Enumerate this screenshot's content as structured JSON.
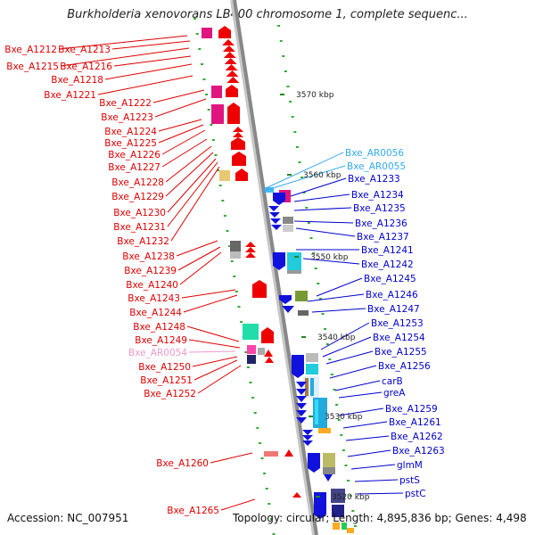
{
  "title": "Burkholderia xenovorans LB400 chromosome 1, complete sequenc...",
  "accession": "Accession: NC_007951",
  "summary": "Topology: circular; Length: 4,895,836 bp; Genes: 4,498",
  "colors": {
    "left_label": "#dd0000",
    "right_label": "#0000cc",
    "rna_label": "#33aaee",
    "pseudo_label": "#ee99cc",
    "backbone": "#888888"
  },
  "scale_ticks": [
    {
      "label": "3570 kbp"
    },
    {
      "label": "3560 kbp"
    },
    {
      "label": "3550 kbp"
    },
    {
      "label": "3540 kbp"
    },
    {
      "label": "3530 kbp"
    },
    {
      "label": "3520 kbp"
    }
  ],
  "left_labels": [
    {
      "text": "Bxe_A1212",
      "kind": "gene"
    },
    {
      "text": "Bxe_A1213",
      "kind": "gene"
    },
    {
      "text": "Bxe_A1215",
      "kind": "gene"
    },
    {
      "text": "Bxe_A1216",
      "kind": "gene"
    },
    {
      "text": "Bxe_A1218",
      "kind": "gene"
    },
    {
      "text": "Bxe_A1221",
      "kind": "gene"
    },
    {
      "text": "Bxe_A1222",
      "kind": "gene"
    },
    {
      "text": "Bxe_A1223",
      "kind": "gene"
    },
    {
      "text": "Bxe_A1224",
      "kind": "gene"
    },
    {
      "text": "Bxe_A1225",
      "kind": "gene"
    },
    {
      "text": "Bxe_A1226",
      "kind": "gene"
    },
    {
      "text": "Bxe_A1227",
      "kind": "gene"
    },
    {
      "text": "Bxe_A1228",
      "kind": "gene"
    },
    {
      "text": "Bxe_A1229",
      "kind": "gene"
    },
    {
      "text": "Bxe_A1230",
      "kind": "gene"
    },
    {
      "text": "Bxe_A1231",
      "kind": "gene"
    },
    {
      "text": "Bxe_A1232",
      "kind": "gene"
    },
    {
      "text": "Bxe_A1238",
      "kind": "gene"
    },
    {
      "text": "Bxe_A1239",
      "kind": "gene"
    },
    {
      "text": "Bxe_A1240",
      "kind": "gene"
    },
    {
      "text": "Bxe_A1243",
      "kind": "gene"
    },
    {
      "text": "Bxe_A1244",
      "kind": "gene"
    },
    {
      "text": "Bxe_A1248",
      "kind": "gene"
    },
    {
      "text": "Bxe_A1249",
      "kind": "gene"
    },
    {
      "text": "Bxe_AR0054",
      "kind": "pseudo"
    },
    {
      "text": "Bxe_A1250",
      "kind": "gene"
    },
    {
      "text": "Bxe_A1251",
      "kind": "gene"
    },
    {
      "text": "Bxe_A1252",
      "kind": "gene"
    },
    {
      "text": "Bxe_A1260",
      "kind": "gene"
    },
    {
      "text": "Bxe_A1265",
      "kind": "gene"
    }
  ],
  "right_labels": [
    {
      "text": "Bxe_AR0056",
      "kind": "rna"
    },
    {
      "text": "Bxe_AR0055",
      "kind": "rna"
    },
    {
      "text": "Bxe_A1233",
      "kind": "gene"
    },
    {
      "text": "Bxe_A1234",
      "kind": "gene"
    },
    {
      "text": "Bxe_A1235",
      "kind": "gene"
    },
    {
      "text": "Bxe_A1236",
      "kind": "gene"
    },
    {
      "text": "Bxe_A1237",
      "kind": "gene"
    },
    {
      "text": "Bxe_A1241",
      "kind": "gene"
    },
    {
      "text": "Bxe_A1242",
      "kind": "gene"
    },
    {
      "text": "Bxe_A1245",
      "kind": "gene"
    },
    {
      "text": "Bxe_A1246",
      "kind": "gene"
    },
    {
      "text": "Bxe_A1247",
      "kind": "gene"
    },
    {
      "text": "Bxe_A1253",
      "kind": "gene"
    },
    {
      "text": "Bxe_A1254",
      "kind": "gene"
    },
    {
      "text": "Bxe_A1255",
      "kind": "gene"
    },
    {
      "text": "Bxe_A1256",
      "kind": "gene"
    },
    {
      "text": "carB",
      "kind": "gene"
    },
    {
      "text": "greA",
      "kind": "gene"
    },
    {
      "text": "Bxe_A1259",
      "kind": "gene"
    },
    {
      "text": "Bxe_A1261",
      "kind": "gene"
    },
    {
      "text": "Bxe_A1262",
      "kind": "gene"
    },
    {
      "text": "Bxe_A1263",
      "kind": "gene"
    },
    {
      "text": "glmM",
      "kind": "gene"
    },
    {
      "text": "pstS",
      "kind": "gene"
    },
    {
      "text": "pstC",
      "kind": "gene"
    }
  ]
}
